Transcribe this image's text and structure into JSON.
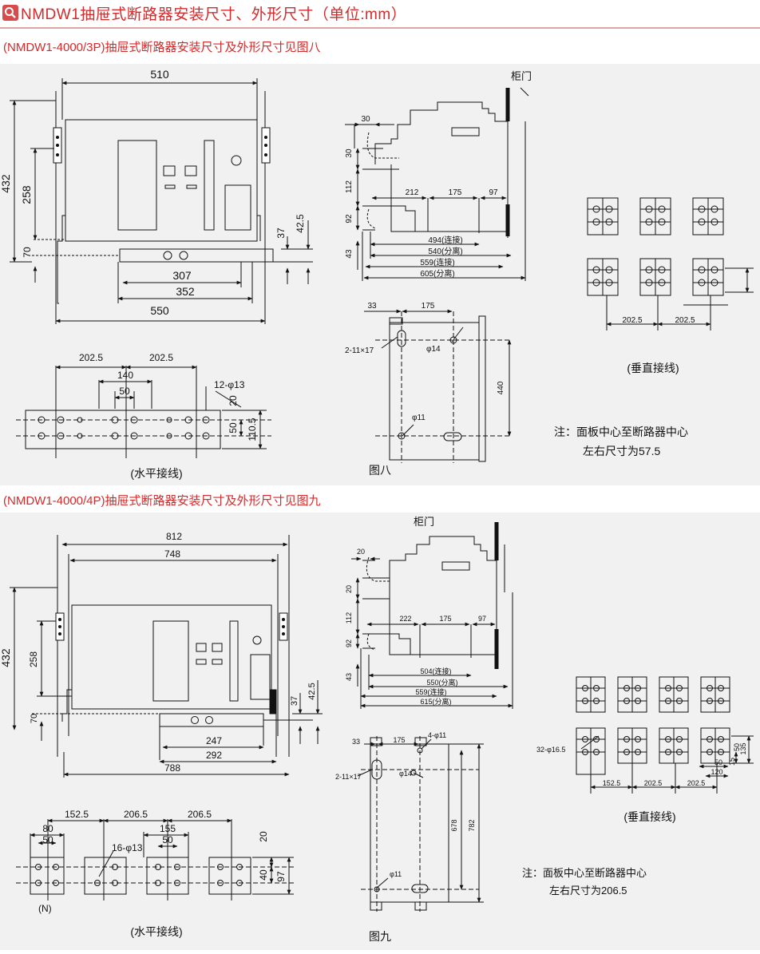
{
  "header": {
    "title": "NMDW1抽屉式断路器安装尺寸、外形尺寸（单位:mm）",
    "icon": "search-icon",
    "title_color": "#d32b2b"
  },
  "sec1": {
    "subtitle": "(NMDW1-4000/3P)抽屉式断路器安装尺寸及外形尺寸见图八",
    "front": {
      "w510": "510",
      "h432": "432",
      "h258": "258",
      "h70": "70",
      "h37": "37",
      "h425": "42.5",
      "w307": "307",
      "w352": "352",
      "w550": "550"
    },
    "side": {
      "cabinet_door": "柜门",
      "d30t": "30",
      "d30": "30",
      "d112": "112",
      "d92": "92",
      "d43": "43",
      "d212": "212",
      "d175": "175",
      "d97": "97",
      "l494": "494(连接)",
      "l540": "540(分离)",
      "l559": "559(连接)",
      "l605": "605(分离)"
    },
    "top": {
      "d33": "33",
      "d175": "175",
      "hole": "2-11×17",
      "phi14": "φ14",
      "phi11": "φ11",
      "d440": "440"
    },
    "vert": {
      "d2025a": "202.5",
      "d2025b": "202.5",
      "caption": "(垂直接线)"
    },
    "horiz": {
      "d2025a": "202.5",
      "d2025b": "202.5",
      "d140": "140",
      "d50": "50",
      "holes": "12-φ13",
      "d20": "20",
      "d50v": "50",
      "d1105": "110.5",
      "caption": "(水平接线)"
    },
    "fig": "图八",
    "note1": "注：面板中心至断路器中心",
    "note2": "左右尺寸为57.5"
  },
  "sec2": {
    "subtitle": "(NMDW1-4000/4P)抽屉式断路器安装尺寸及外形尺寸见图九",
    "front": {
      "w812": "812",
      "w748": "748",
      "h432": "432",
      "h258": "258",
      "h70": "70",
      "h37": "37",
      "h425": "42.5",
      "w247": "247",
      "w292": "292",
      "w788": "788"
    },
    "side": {
      "cabinet_door": "柜门",
      "d20t": "20",
      "d20": "20",
      "d112": "112",
      "d92": "92",
      "d43": "43",
      "d222": "222",
      "d175": "175",
      "d97": "97",
      "l504": "504(连接)",
      "l550": "550(分离)",
      "l559": "559(连接)",
      "l615": "615(分离)"
    },
    "top": {
      "d33": "33",
      "d175": "175",
      "holes4": "4-φ11",
      "hole": "2-11×17",
      "phi14": "φ14",
      "phi11": "φ11",
      "d678": "678",
      "d782": "782"
    },
    "vert": {
      "holes": "32-φ16.5",
      "d1525": "152.5",
      "d2025a": "202.5",
      "d2025b": "202.5",
      "d50": "50",
      "d120": "120",
      "d15": "15",
      "d50v": "50",
      "d135": "135",
      "caption": "(垂直接线)"
    },
    "horiz": {
      "d1525": "152.5",
      "d2065a": "206.5",
      "d2065b": "206.5",
      "d80": "80",
      "d50": "50",
      "holes": "16-φ13",
      "d155": "155",
      "d50b": "50",
      "d20": "20",
      "d40": "40",
      "d97": "97",
      "n": "(N)",
      "caption": "(水平接线)"
    },
    "fig": "图九",
    "note1": "注：面板中心至断路器中心",
    "note2": "左右尺寸为206.5"
  }
}
